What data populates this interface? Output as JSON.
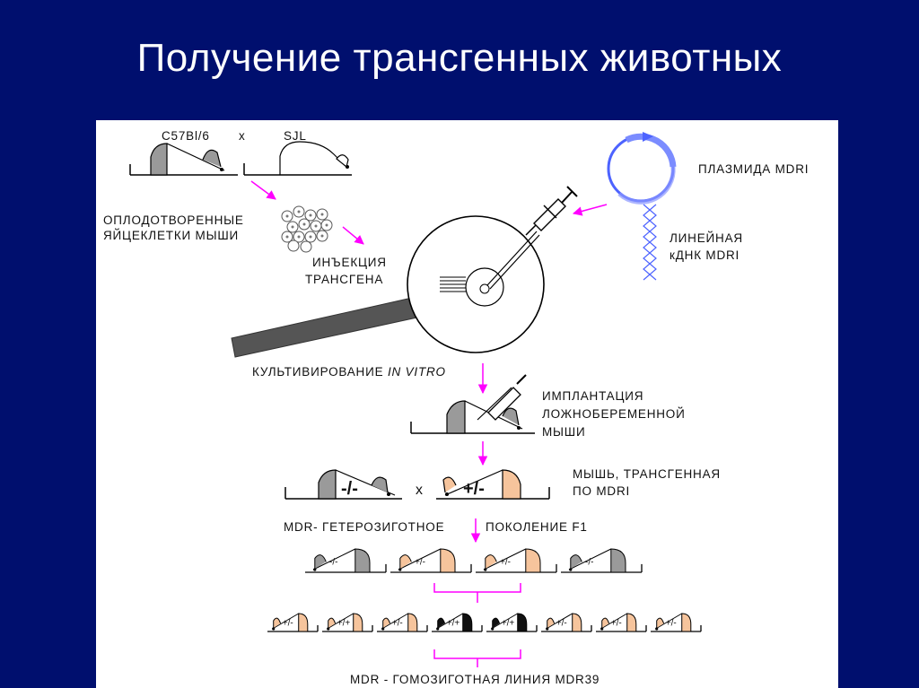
{
  "title": "Получение трансгенных животных",
  "colors": {
    "background": "#000f6e",
    "arrow": "#ff00ff",
    "plasmid": "#4d63ff",
    "peach": "#f6c49c",
    "gray": "#9a9a9a",
    "bar": "#545454"
  },
  "diagram": {
    "strain1": "C57Bl/6",
    "cross1": "x",
    "strain2": "SJL",
    "eggs_line1": "ОПЛОДОТВОРЕННЫЕ",
    "eggs_line2": "ЯЙЦЕКЛЕТКИ МЫШИ",
    "injection_line1": "ИНЪЕКЦИЯ",
    "injection_line2": "ТРАНСГЕНА",
    "plasmid": "ПЛАЗМИДА MDRI",
    "linear_line1": "ЛИНЕЙНАЯ",
    "linear_line2": "кДНК MDRI",
    "culture_prefix": "КУЛЬТИВИРОВАНИЕ ",
    "culture_italic": "IN VITRO",
    "implant_line1": "ИМПЛАНТАЦИЯ",
    "implant_line2": "ЛОЖНОБЕРЕМЕННОЙ",
    "implant_line3": "МЫШИ",
    "geno_neg": "-/-",
    "cross2": "x",
    "geno_pos": "+/-",
    "transgenic_line1": "МЫШЬ, ТРАНСГЕННАЯ",
    "transgenic_line2": "ПО MDRI",
    "f1_left": "MDR- ГЕТЕРОЗИГОТНОЕ",
    "f1_right": "ПОКОЛЕНИЕ F1",
    "f1_mice": [
      "-/-",
      "+/-",
      "+/-",
      "-/-"
    ],
    "f2_mice": [
      "+/-",
      "+/+",
      "+/-",
      "+/+",
      "+/+",
      "+/-",
      "+/-",
      "+/-"
    ],
    "homozygous": "MDR - ГОМОЗИГОТНАЯ ЛИНИЯ MDR39"
  }
}
